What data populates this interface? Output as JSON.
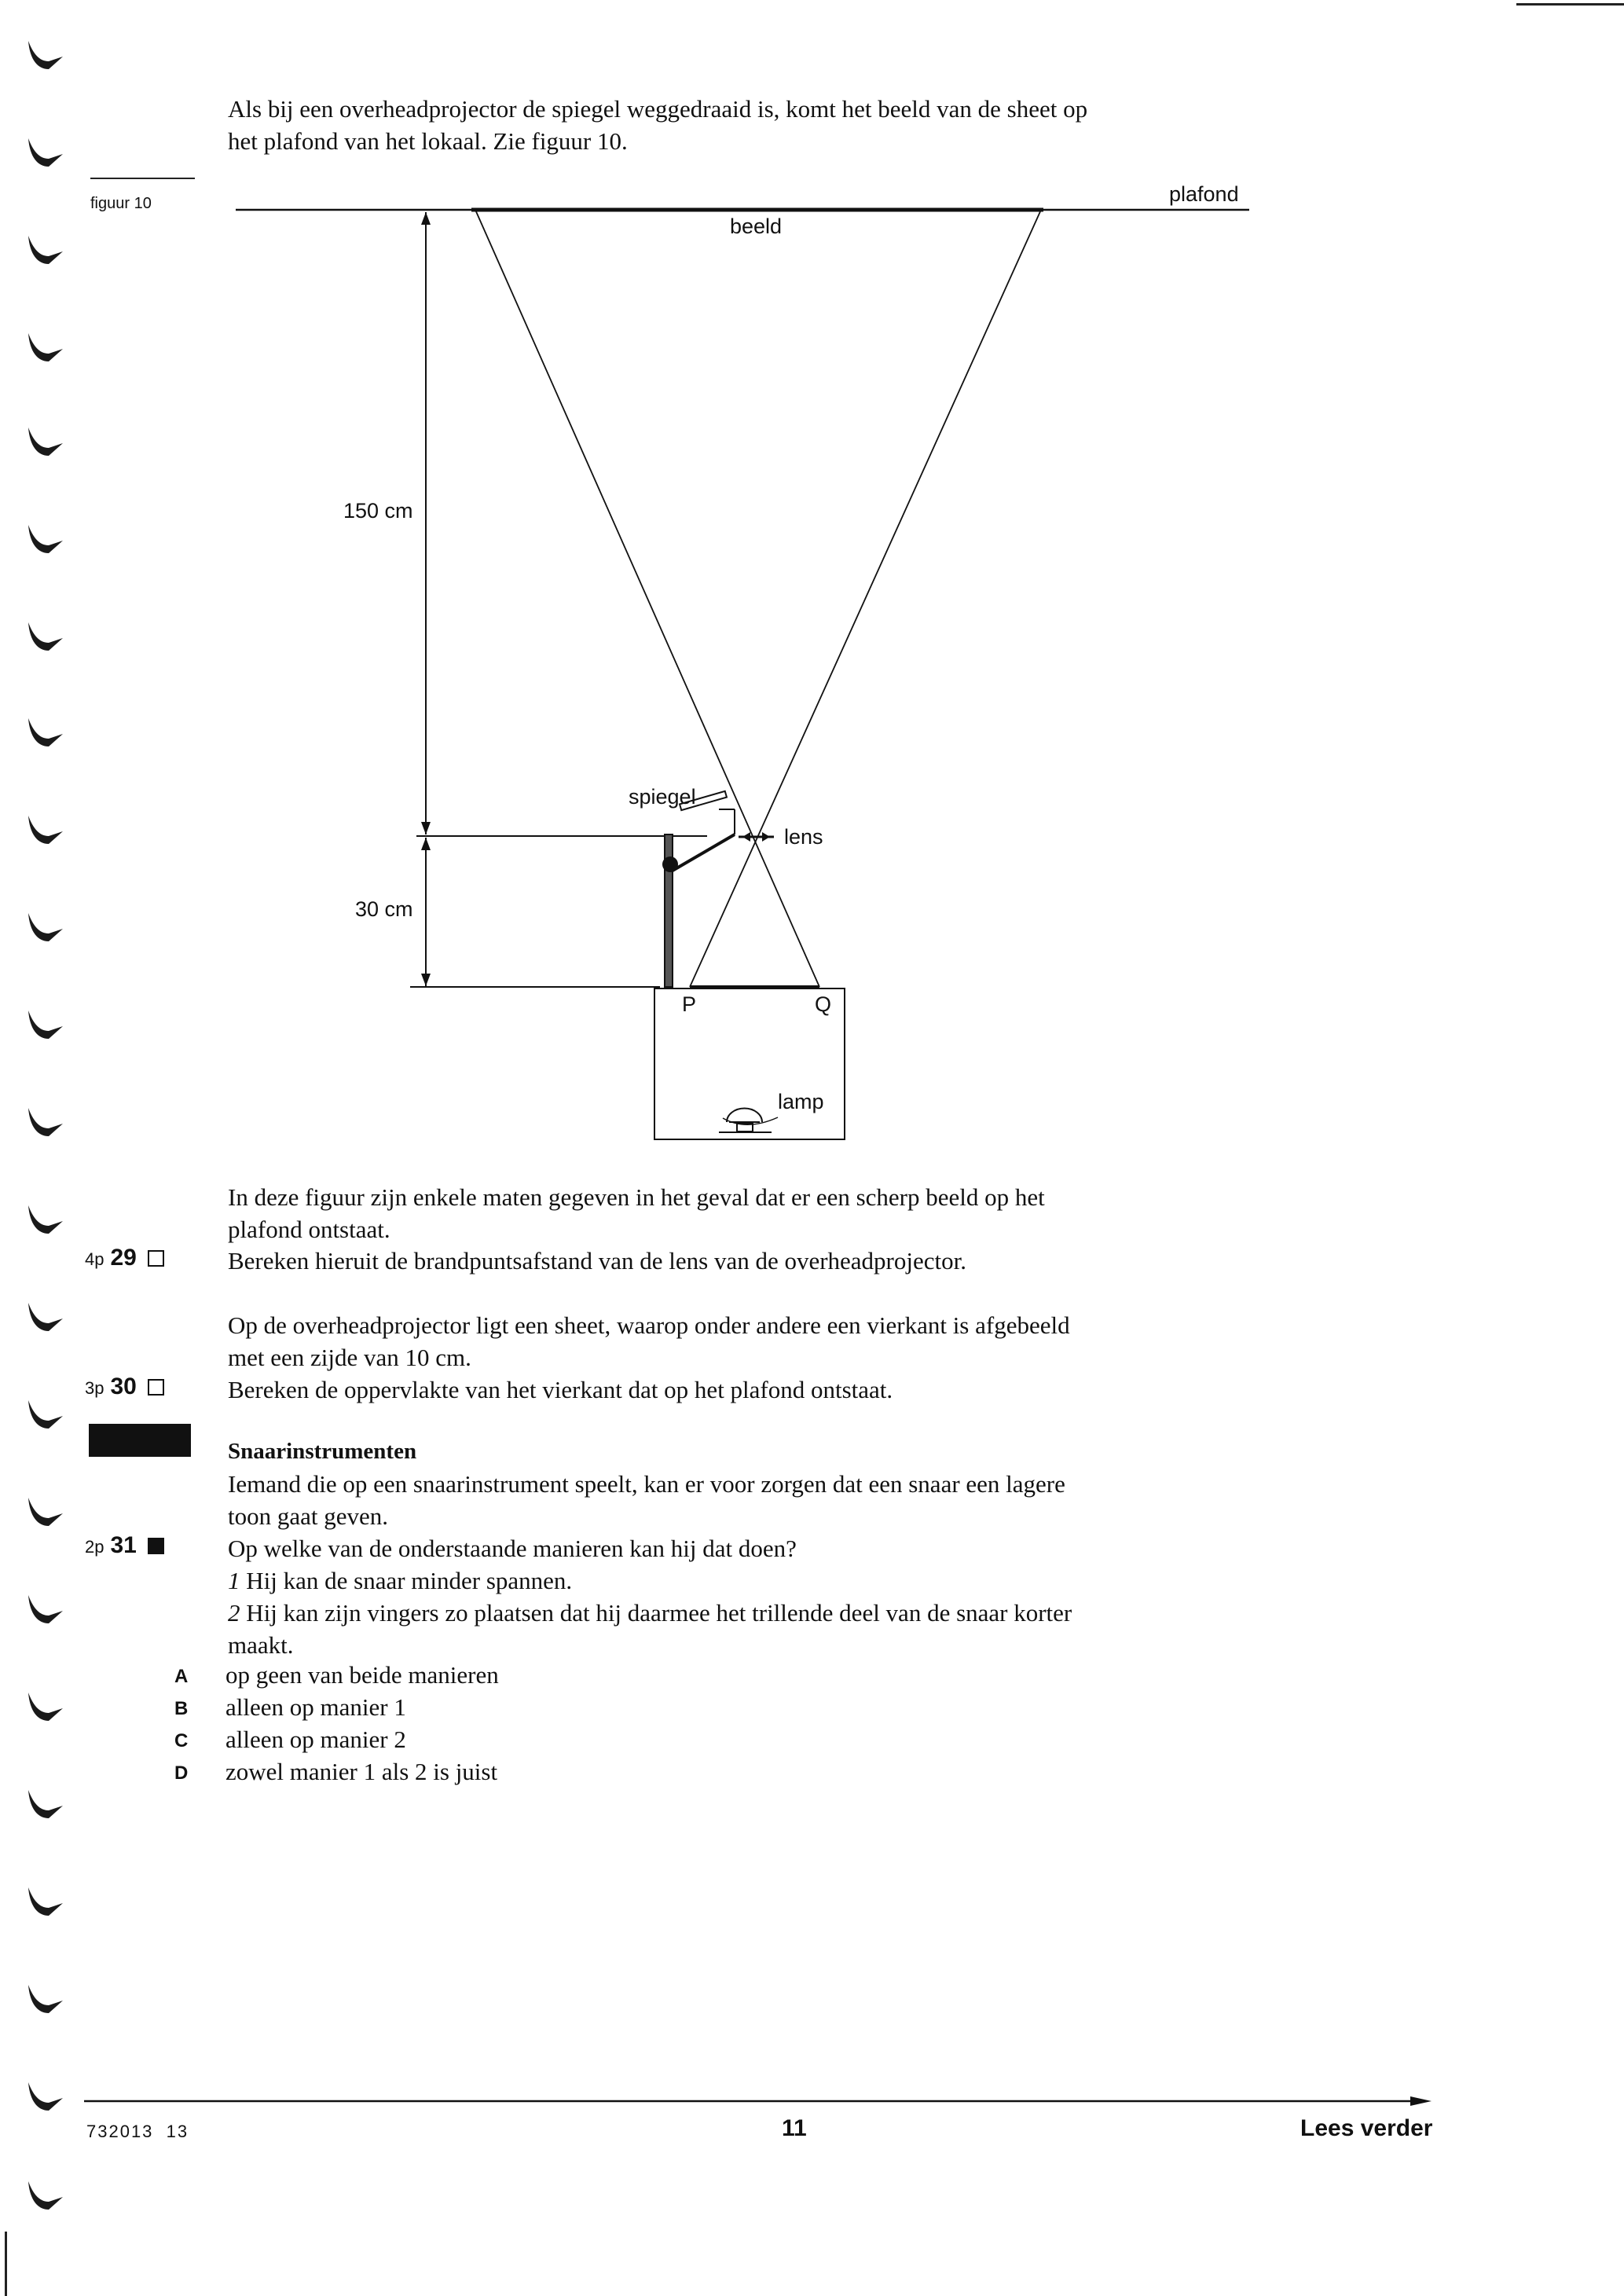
{
  "intro": {
    "line1": "Als bij een overheadprojector de spiegel weggedraaid is, komt het beeld van de sheet op",
    "line2": "het plafond van het lokaal. Zie figuur 10."
  },
  "figure": {
    "caption": "figuur 10",
    "labels": {
      "plafond": "plafond",
      "beeld": "beeld",
      "dist_top": "150 cm",
      "dist_bottom": "30 cm",
      "spiegel": "spiegel",
      "lens": "lens",
      "p": "P",
      "q": "Q",
      "lamp": "lamp"
    }
  },
  "context_text": {
    "line1": "In deze figuur zijn enkele maten gegeven in het geval dat er een scherp beeld op het",
    "line2": "plafond ontstaat."
  },
  "questions": [
    {
      "points": "4p",
      "number": "29",
      "text": "Bereken hieruit de brandpuntsafstand van de lens van de overheadprojector."
    },
    {
      "points": "3p",
      "number": "30",
      "intro": "Op de overheadprojector ligt een sheet, waarop onder andere een vierkant is afgebeeld\nmet een zijde van 10 cm.",
      "text": "Bereken de oppervlakte van het vierkant dat op het plafond ontstaat."
    },
    {
      "points": "2p",
      "number": "31",
      "text": "Op welke van de onderstaande manieren kan hij dat doen?",
      "statements": [
        {
          "num": "1",
          "text": "Hij kan de snaar minder spannen."
        },
        {
          "num": "2",
          "text": "Hij kan zijn vingers zo plaatsen dat hij daarmee het trillende deel van de snaar korter\nmaakt."
        }
      ],
      "options": [
        {
          "letter": "A",
          "text": "op geen van beide manieren"
        },
        {
          "letter": "B",
          "text": "alleen op manier 1"
        },
        {
          "letter": "C",
          "text": "alleen op manier 2"
        },
        {
          "letter": "D",
          "text": "zowel manier 1 als 2 is juist"
        }
      ]
    }
  ],
  "section": {
    "title": "Snaarinstrumenten",
    "intro": "Iemand die op een snaarinstrument speelt, kan er voor zorgen dat een snaar een lagere\ntoon gaat geven."
  },
  "footer": {
    "code": "732013  13",
    "page": "11",
    "next": "Lees verder"
  }
}
